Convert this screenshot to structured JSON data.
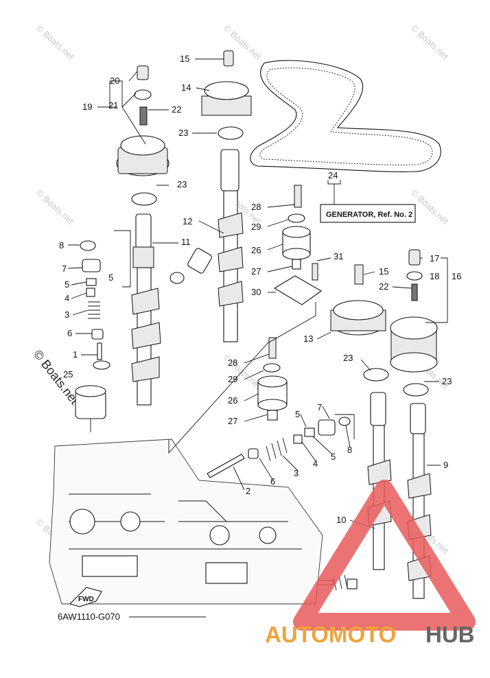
{
  "watermark": "© Boats.net",
  "callouts": [
    "1",
    "2",
    "3",
    "4",
    "5",
    "6",
    "7",
    "8",
    "9",
    "10",
    "11",
    "12",
    "13",
    "14",
    "15",
    "16",
    "17",
    "18",
    "19",
    "20",
    "21",
    "22",
    "23",
    "24",
    "25",
    "26",
    "27",
    "28",
    "29",
    "30",
    "31"
  ],
  "generator_ref": "GENERATOR,  Ref. No. 2",
  "fwd_label": "FWD",
  "diagram_code": "6AW1110-G070",
  "logo": {
    "left": "AUTOMOTO",
    "right": "HUB",
    "left_color": "#f0a33a",
    "right_color": "#666666",
    "triangle_color": "#e85a5a"
  }
}
